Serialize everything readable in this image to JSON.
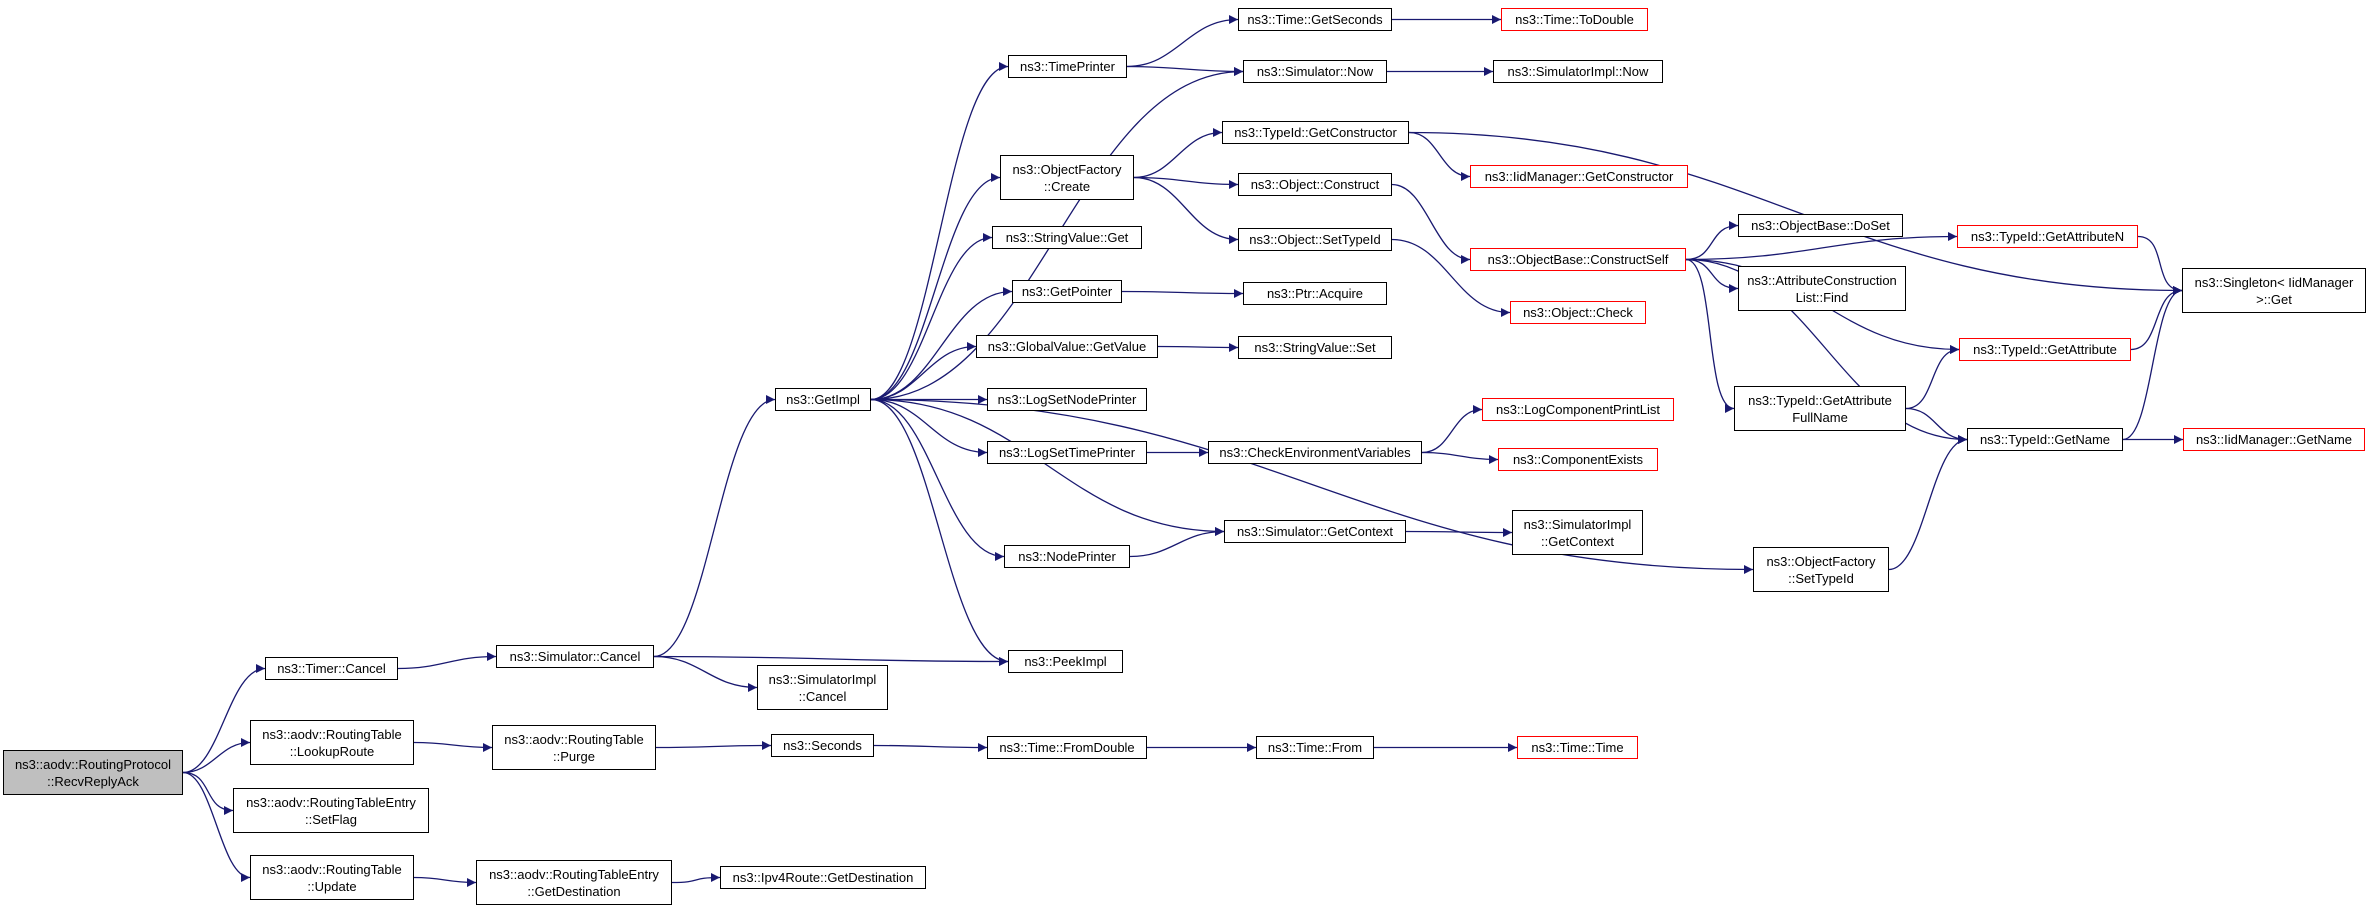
{
  "colors": {
    "edge": "#191970",
    "node_border": "#000000",
    "truncated_border": "#ff0000",
    "root_fill": "#bfbfbf"
  },
  "nodes": [
    {
      "id": "root",
      "lines": [
        "ns3::aodv::RoutingProtocol",
        "::RecvReplyAck"
      ],
      "style": "root"
    },
    {
      "id": "timer_cancel",
      "lines": [
        "ns3::Timer::Cancel"
      ]
    },
    {
      "id": "lookup",
      "lines": [
        "ns3::aodv::RoutingTable",
        "::LookupRoute"
      ]
    },
    {
      "id": "setflag",
      "lines": [
        "ns3::aodv::RoutingTableEntry",
        "::SetFlag"
      ]
    },
    {
      "id": "update",
      "lines": [
        "ns3::aodv::RoutingTable",
        "::Update"
      ]
    },
    {
      "id": "sim_cancel",
      "lines": [
        "ns3::Simulator::Cancel"
      ]
    },
    {
      "id": "purge",
      "lines": [
        "ns3::aodv::RoutingTable",
        "::Purge"
      ]
    },
    {
      "id": "getdest",
      "lines": [
        "ns3::aodv::RoutingTableEntry",
        "::GetDestination"
      ]
    },
    {
      "id": "getimpl",
      "lines": [
        "ns3::GetImpl"
      ]
    },
    {
      "id": "simimpl_cancel",
      "lines": [
        "ns3::SimulatorImpl",
        "::Cancel"
      ]
    },
    {
      "id": "peekimpl",
      "lines": [
        "ns3::PeekImpl"
      ]
    },
    {
      "id": "seconds",
      "lines": [
        "ns3::Seconds"
      ]
    },
    {
      "id": "ipv4dest",
      "lines": [
        "ns3::Ipv4Route::GetDestination"
      ]
    },
    {
      "id": "timeprinter",
      "lines": [
        "ns3::TimePrinter"
      ]
    },
    {
      "id": "objfactory_create",
      "lines": [
        "ns3::ObjectFactory",
        "::Create"
      ]
    },
    {
      "id": "stringvalue_get",
      "lines": [
        "ns3::StringValue::Get"
      ]
    },
    {
      "id": "getpointer",
      "lines": [
        "ns3::GetPointer"
      ]
    },
    {
      "id": "globalvalue_getvalue",
      "lines": [
        "ns3::GlobalValue::GetValue"
      ]
    },
    {
      "id": "logsetnodeprinter",
      "lines": [
        "ns3::LogSetNodePrinter"
      ]
    },
    {
      "id": "logsettimeprinter",
      "lines": [
        "ns3::LogSetTimePrinter"
      ]
    },
    {
      "id": "nodeprinter",
      "lines": [
        "ns3::NodePrinter"
      ]
    },
    {
      "id": "time_fromdouble",
      "lines": [
        "ns3::Time::FromDouble"
      ]
    },
    {
      "id": "time_getseconds",
      "lines": [
        "ns3::Time::GetSeconds"
      ]
    },
    {
      "id": "simulator_now",
      "lines": [
        "ns3::Simulator::Now"
      ]
    },
    {
      "id": "typeid_getconstructor",
      "lines": [
        "ns3::TypeId::GetConstructor"
      ]
    },
    {
      "id": "object_construct",
      "lines": [
        "ns3::Object::Construct"
      ]
    },
    {
      "id": "object_settypeid",
      "lines": [
        "ns3::Object::SetTypeId"
      ]
    },
    {
      "id": "ptr_acquire",
      "lines": [
        "ns3::Ptr::Acquire"
      ]
    },
    {
      "id": "stringvalue_set",
      "lines": [
        "ns3::StringValue::Set"
      ]
    },
    {
      "id": "checkenv",
      "lines": [
        "ns3::CheckEnvironmentVariables"
      ]
    },
    {
      "id": "simulator_getcontext",
      "lines": [
        "ns3::Simulator::GetContext"
      ]
    },
    {
      "id": "time_from",
      "lines": [
        "ns3::Time::From"
      ]
    },
    {
      "id": "time_todouble",
      "lines": [
        "ns3::Time::ToDouble"
      ],
      "style": "red"
    },
    {
      "id": "simimpl_now",
      "lines": [
        "ns3::SimulatorImpl::Now"
      ]
    },
    {
      "id": "iidmanager_getconstructor",
      "lines": [
        "ns3::IidManager::GetConstructor"
      ],
      "style": "red"
    },
    {
      "id": "objectbase_constructself",
      "lines": [
        "ns3::ObjectBase::ConstructSelf"
      ],
      "style": "red"
    },
    {
      "id": "object_check",
      "lines": [
        "ns3::Object::Check"
      ],
      "style": "red"
    },
    {
      "id": "logcomponentprintlist",
      "lines": [
        "ns3::LogComponentPrintList"
      ],
      "style": "red"
    },
    {
      "id": "componentexists",
      "lines": [
        "ns3::ComponentExists"
      ],
      "style": "red"
    },
    {
      "id": "simimpl_getcontext",
      "lines": [
        "ns3::SimulatorImpl",
        "::GetContext"
      ]
    },
    {
      "id": "objfactory_settypeid",
      "lines": [
        "ns3::ObjectFactory",
        "::SetTypeId"
      ]
    },
    {
      "id": "time_time",
      "lines": [
        "ns3::Time::Time"
      ],
      "style": "red"
    },
    {
      "id": "objectbase_doset",
      "lines": [
        "ns3::ObjectBase::DoSet"
      ]
    },
    {
      "id": "attrconstructionlist_find",
      "lines": [
        "ns3::AttributeConstruction",
        "List::Find"
      ]
    },
    {
      "id": "typeid_getattributefullname",
      "lines": [
        "ns3::TypeId::GetAttribute",
        "FullName"
      ]
    },
    {
      "id": "typeid_getattributen",
      "lines": [
        "ns3::TypeId::GetAttributeN"
      ],
      "style": "red"
    },
    {
      "id": "typeid_getattribute",
      "lines": [
        "ns3::TypeId::GetAttribute"
      ],
      "style": "red"
    },
    {
      "id": "typeid_getname",
      "lines": [
        "ns3::TypeId::GetName"
      ]
    },
    {
      "id": "singleton_get",
      "lines": [
        "ns3::Singleton< IidManager",
        " >::Get"
      ]
    },
    {
      "id": "iidmanager_getname",
      "lines": [
        "ns3::IidManager::GetName"
      ],
      "style": "red"
    }
  ]
}
